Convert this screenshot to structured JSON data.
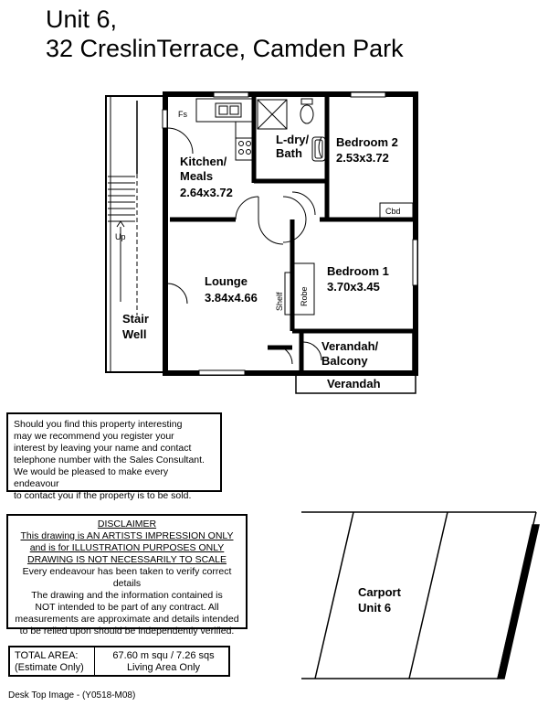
{
  "address": {
    "line1": "Unit 6,",
    "line2": "32 CreslinTerrace, Camden Park"
  },
  "rooms": {
    "kitchen": {
      "name1": "Kitchen/",
      "name2": "Meals",
      "size": "2.64x3.72"
    },
    "laundry": {
      "name1": "L-dry/",
      "name2": "Bath"
    },
    "bedroom2": {
      "name": "Bedroom 2",
      "size": "2.53x3.72"
    },
    "lounge": {
      "name": "Lounge",
      "size": "3.84x4.66"
    },
    "bedroom1": {
      "name": "Bedroom 1",
      "size": "3.70x3.45"
    },
    "stairwell": {
      "name1": "Stair",
      "name2": "Well"
    },
    "verandah_balcony": {
      "name1": "Verandah/",
      "name2": "Balcony"
    },
    "verandah": {
      "name": "Verandah"
    },
    "carport": {
      "name1": "Carport",
      "name2": "Unit 6"
    }
  },
  "fixtures": {
    "fs": "Fs",
    "cbd": "Cbd",
    "up": "Up",
    "shelf": "Shelf",
    "robe": "Robe"
  },
  "notice": {
    "lines": [
      "Should you find this property interesting",
      "may we recommend you register your",
      "interest by leaving your name and contact",
      "telephone number with the Sales Consultant.",
      "We would be pleased to make every endeavour",
      "to contact you if the property is to be sold."
    ]
  },
  "disclaimer": {
    "underlined": [
      "DISCLAIMER",
      "This drawing is AN ARTISTS IMPRESSION ONLY",
      "and is for ILLUSTRATION PURPOSES ONLY",
      "DRAWING IS NOT NECESSARILY TO SCALE"
    ],
    "lines": [
      "Every endeavour has been taken to verify correct details",
      "The drawing and the information contained is",
      "NOT intended to be part of any contract. All",
      "measurements are approximate and details intended",
      "to be relied upon should be independently verified."
    ]
  },
  "total_area": {
    "label1": "TOTAL AREA:",
    "label2": "(Estimate Only)",
    "value1": "67.60 m squ /  7.26 sqs",
    "value2": "Living Area Only"
  },
  "footer": "Desk Top Image - (Y0518-M08)"
}
